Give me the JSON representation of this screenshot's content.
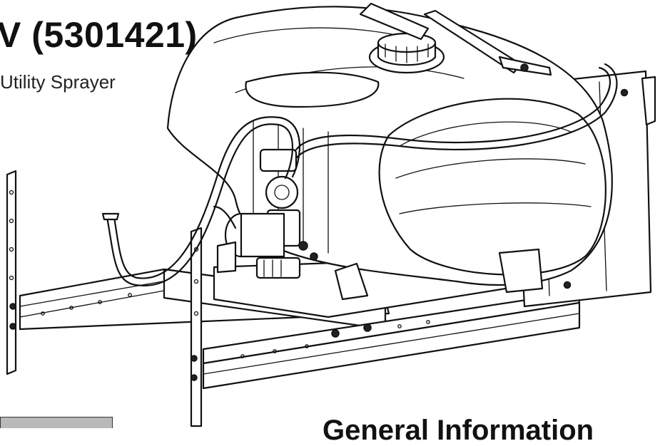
{
  "header": {
    "model_title": "V (5301421)",
    "subtitle": "Utility Sprayer"
  },
  "section": {
    "tab_label": "",
    "heading": "General Information"
  },
  "illustration": {
    "subject": "utility-sprayer-unit"
  },
  "colors": {
    "tab_fill": "#b9b9b9",
    "line": "#111111"
  }
}
